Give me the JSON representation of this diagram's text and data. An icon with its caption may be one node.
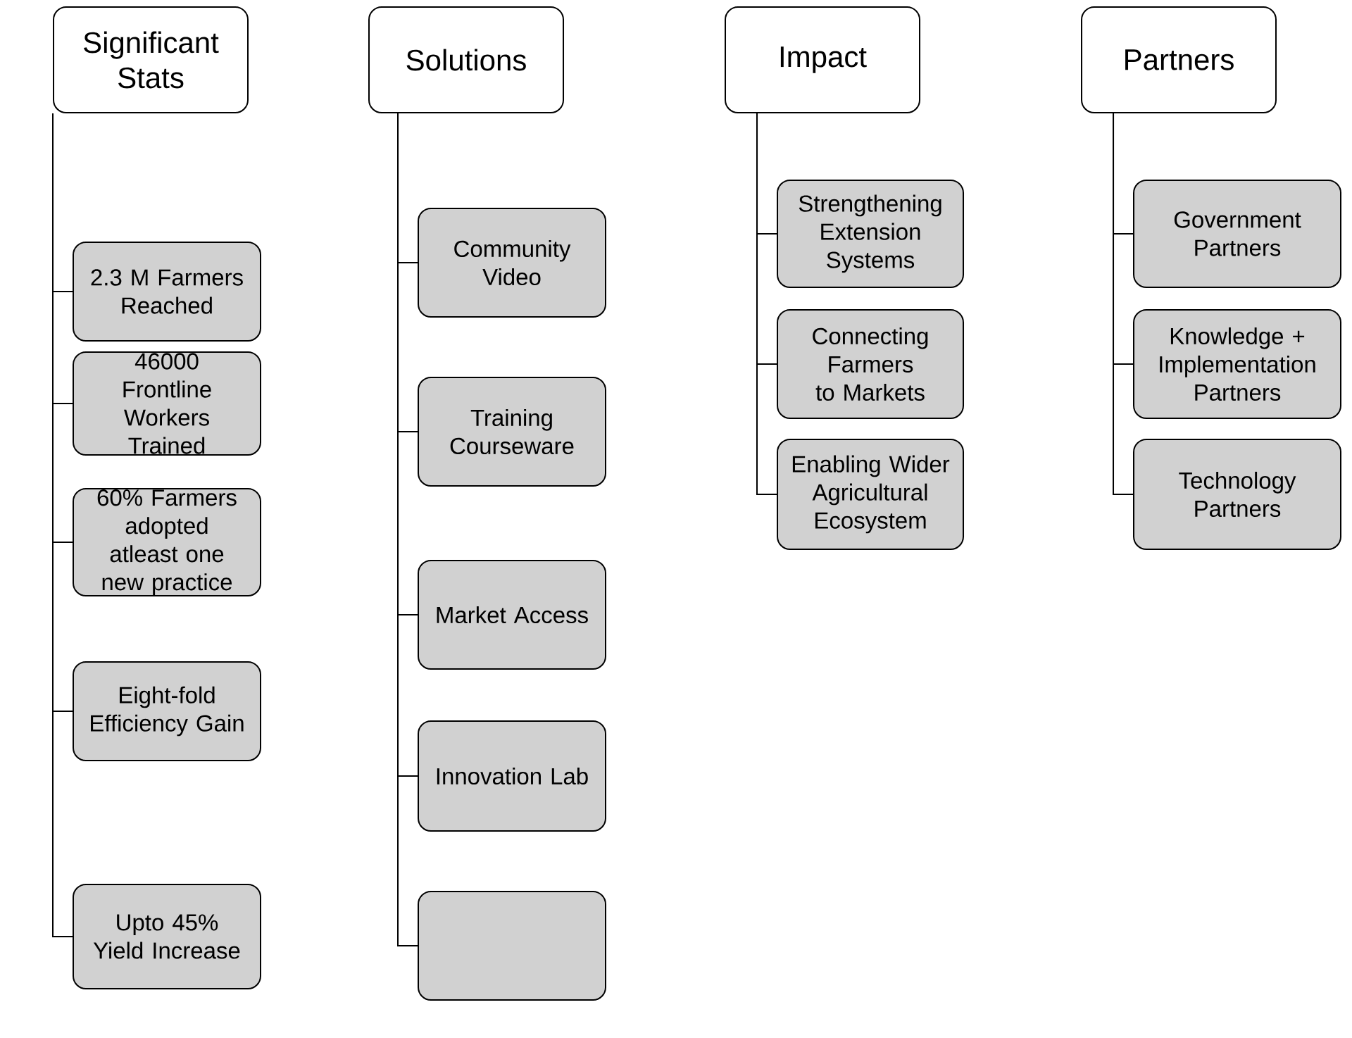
{
  "diagram": {
    "nodes": [
      {
        "text": [
          "Significant Stats"
        ]
      },
      {
        "text": [
          "2.3 M Farmers Reached"
        ]
      },
      {
        "text": [
          "46000 Frontline Workers Trained"
        ]
      },
      {
        "text": [
          "60% Farmers adopted atleast one new practice"
        ]
      },
      {
        "text": [
          "Eight-fold Efficiency Gain"
        ]
      },
      {
        "text": [
          "Upto 45% Yield Increase"
        ]
      },
      {
        "text": [
          "Solutions"
        ]
      },
      {
        "text": [
          "Community Video"
        ]
      },
      {
        "text": [
          "Training Courseware"
        ]
      },
      {
        "text": [
          "Market Access"
        ]
      },
      {
        "text": [
          "Innovation Lab"
        ]
      },
      {
        "text": [],
        "shape": "box"
      },
      {
        "text": [
          "Impact"
        ]
      },
      {
        "text": [
          "Strengthening Extension Systems"
        ]
      },
      {
        "text": [
          "Connecting Farmers to Markets"
        ]
      },
      {
        "text": [
          "Enabling Wider Agricultural Ecosystem"
        ]
      },
      {
        "text": [
          "Partners"
        ]
      },
      {
        "text": [
          "Government Partners"
        ]
      },
      {
        "text": [
          "Knowledge + Implementation Partners"
        ]
      },
      {
        "text": [
          "Technology Partners"
        ]
      }
    ],
    "edges": [
      {
        "from": 0,
        "to": 1,
        "arrow": "none"
      },
      {
        "from": 0,
        "to": 2,
        "arrow": "none"
      },
      {
        "from": 0,
        "to": 3,
        "arrow": "none"
      },
      {
        "from": 0,
        "to": 4,
        "arrow": "none"
      },
      {
        "from": 0,
        "to": 5,
        "arrow": "none"
      },
      {
        "from": 6,
        "to": 7,
        "arrow": "none"
      },
      {
        "from": 6,
        "to": 8,
        "arrow": "none"
      },
      {
        "from": 6,
        "to": 9,
        "arrow": "none"
      },
      {
        "from": 6,
        "to": 10,
        "arrow": "none"
      },
      {
        "from": 6,
        "to": 11,
        "arrow": "none"
      },
      {
        "from": 12,
        "to": 13,
        "arrow": "none"
      },
      {
        "from": 12,
        "to": 14,
        "arrow": "none"
      },
      {
        "from": 12,
        "to": 15,
        "arrow": "none"
      },
      {
        "from": 16,
        "to": 17,
        "arrow": "none"
      },
      {
        "from": 16,
        "to": 18,
        "arrow": "none"
      },
      {
        "from": 16,
        "to": 19,
        "arrow": "none"
      }
    ]
  }
}
